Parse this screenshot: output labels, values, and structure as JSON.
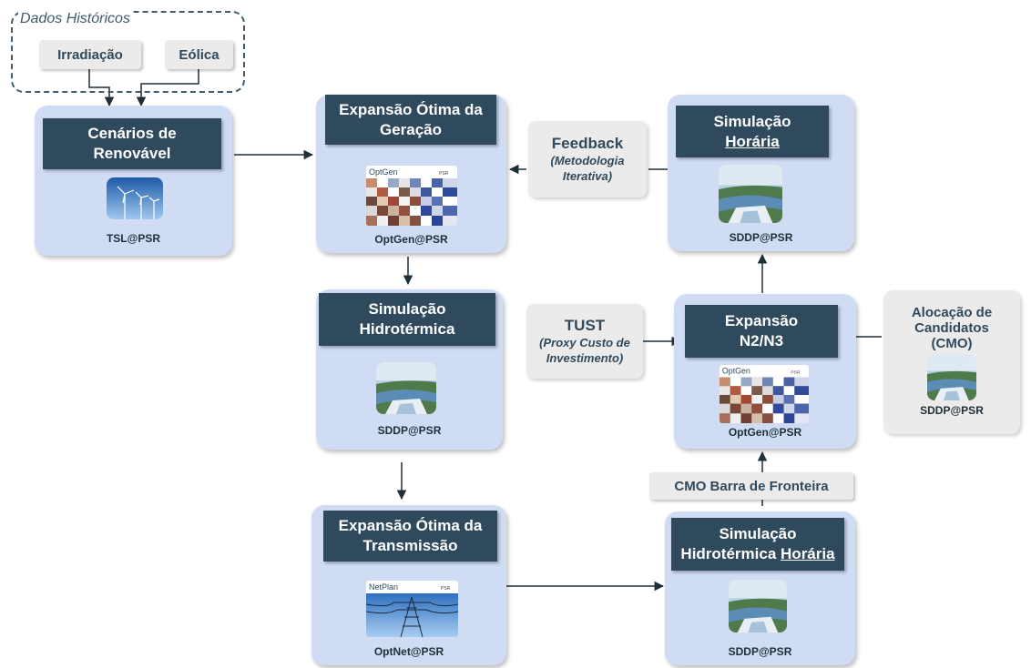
{
  "historical": {
    "label": "Dados Históricos",
    "irradiacao": "Irradiação",
    "eolica": "Eólica"
  },
  "cards": {
    "renewable": {
      "title_line1": "Cenários de",
      "title_line2": "Renovável",
      "caption": "TSL@PSR",
      "icon": "wind-turbines-icon"
    },
    "optgen": {
      "title_line1": "Expansão Ótima da",
      "title_line2": "Geração",
      "caption": "OptGen@PSR",
      "icon": "optgen-logo",
      "logo_name": "OptGen",
      "logo_brand": "PSR"
    },
    "simhydro": {
      "title_line1": "Simulação",
      "title_line2": "Hidrotérmica",
      "caption": "SDDP@PSR",
      "icon": "dam-icon"
    },
    "transmission": {
      "title_line1": "Expansão Ótima da",
      "title_line2": "Transmissão",
      "caption": "OptNet@PSR",
      "icon": "netplan-logo",
      "logo_name": "NetPlan",
      "logo_brand": "PSR"
    },
    "simhoraria": {
      "title_line1": "Simulação",
      "title_line2": "Horária",
      "caption": "SDDP@PSR",
      "icon": "dam-icon"
    },
    "expn2n3": {
      "title_line1": "Expansão",
      "title_line2": "N2/N3",
      "caption": "OptGen@PSR",
      "icon": "optgen-logo",
      "logo_name": "OptGen",
      "logo_brand": "PSR"
    },
    "simhydrohoraria": {
      "title_line1": "Simulação",
      "title_line2_a": "Hidrotérmica",
      "title_line2_b": "Horária",
      "caption": "SDDP@PSR",
      "icon": "dam-icon"
    },
    "allocation": {
      "line1": "Alocação de",
      "line2": "Candidatos",
      "line3": "(CMO)",
      "caption": "SDDP@PSR",
      "icon": "dam-icon"
    }
  },
  "notes": {
    "feedback": {
      "main": "Feedback",
      "sub1": "(Metodologia",
      "sub2": "Iterativa)"
    },
    "tust": {
      "main": "TUST",
      "sub1": "(Proxy Custo de",
      "sub2": "Investimento)"
    },
    "cmo": {
      "label": "CMO Barra de Fronteira"
    }
  },
  "colors": {
    "card_bg": "#cfdcf3",
    "title_bg": "#2f4a5c",
    "note_bg": "#ebebeb",
    "arrow": "#1f2f3a",
    "dashed_border": "#3e5a6b"
  }
}
